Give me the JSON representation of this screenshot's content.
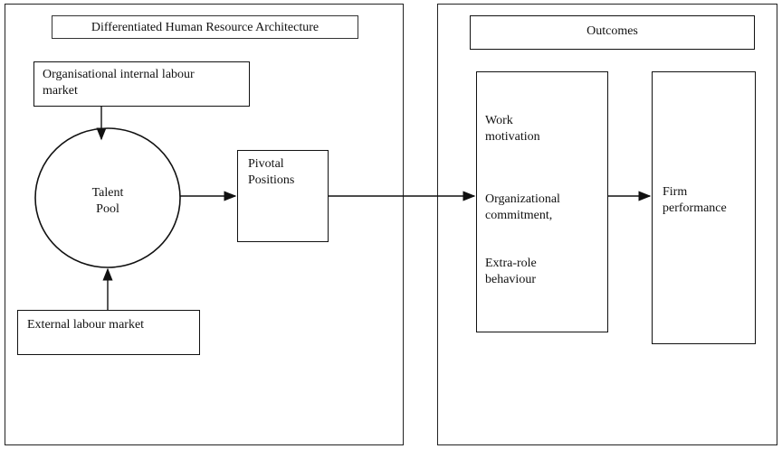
{
  "left_panel": {
    "title": "Differentiated Human Resource Architecture",
    "internal_market": "Organisational internal labour\nmarket",
    "talent_pool": "Talent\nPool",
    "pivotal_positions": "Pivotal\nPositions",
    "external_market": "External labour market"
  },
  "right_panel": {
    "title": "Outcomes",
    "outcome_items": [
      "Work\nmotivation",
      "Organizational\ncommitment,",
      "Extra-role\nbehaviour"
    ],
    "firm_performance": "Firm\nperformance"
  }
}
